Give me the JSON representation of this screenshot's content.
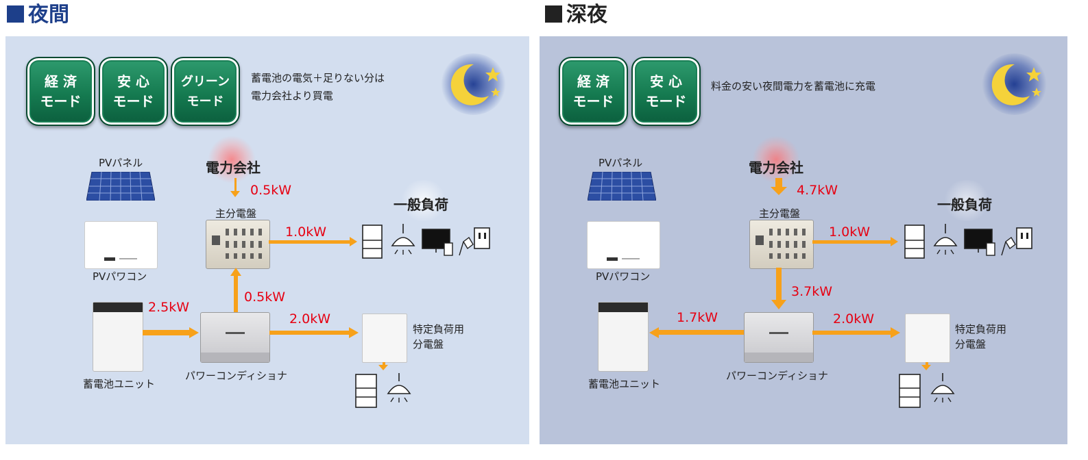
{
  "colors": {
    "night_bg": "#d3deef",
    "midnight_bg": "#b9c3da",
    "night_heading": "#1d3f8a",
    "midnight_heading": "#222222",
    "arrow": "#f7a11a",
    "value": "#e60012",
    "mode_green": "#157a50"
  },
  "night": {
    "heading": "夜間",
    "modes": [
      {
        "line1": "経 済",
        "line2": "モード"
      },
      {
        "line1": "安 心",
        "line2": "モード"
      },
      {
        "line1": "グリーン",
        "line2": "モード"
      }
    ],
    "description": [
      "蓄電池の電気＋足りない分は",
      "電力会社より買電"
    ],
    "pv_panel": "PVパネル",
    "pv_inverter": "PVパワコン",
    "battery": "蓄電池ユニット",
    "power_conditioner": "パワーコンディショナ",
    "utility": "電力会社",
    "main_board": "主分電盤",
    "general_load": "一般負荷",
    "special_board": [
      "特定負荷用",
      "分電盤"
    ],
    "flows": {
      "utility_to_main": "0.5kW",
      "main_to_load": "1.0kW",
      "pcs_to_main": "0.5kW",
      "battery_to_pcs": "2.5kW",
      "pcs_to_special": "2.0kW"
    }
  },
  "midnight": {
    "heading": "深夜",
    "modes": [
      {
        "line1": "経 済",
        "line2": "モード"
      },
      {
        "line1": "安 心",
        "line2": "モード"
      }
    ],
    "description": [
      "料金の安い夜間電力を蓄電池に充電"
    ],
    "pv_panel": "PVパネル",
    "pv_inverter": "PVパワコン",
    "battery": "蓄電池ユニット",
    "power_conditioner": "パワーコンディショナ",
    "utility": "電力会社",
    "main_board": "主分電盤",
    "general_load": "一般負荷",
    "special_board": [
      "特定負荷用",
      "分電盤"
    ],
    "flows": {
      "utility_to_main": "4.7kW",
      "main_to_load": "1.0kW",
      "main_to_pcs": "3.7kW",
      "pcs_to_battery": "1.7kW",
      "pcs_to_special": "2.0kW"
    }
  }
}
